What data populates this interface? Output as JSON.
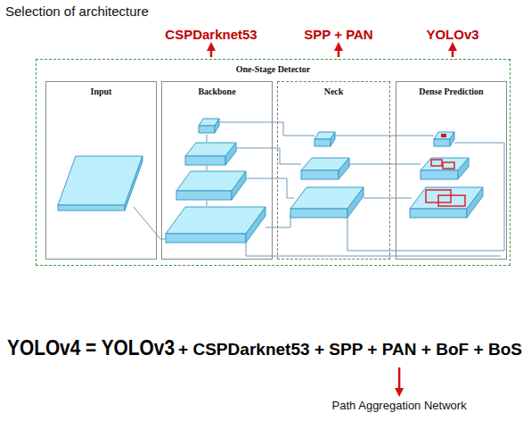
{
  "diagram": {
    "title": "Selection of architecture",
    "nodes": [
      {
        "text": [
          "One-Stage Detector"
        ]
      },
      {
        "text": [
          "Input"
        ],
        "in": 0
      },
      {
        "text": [
          "Backbone"
        ],
        "in": 0
      },
      {
        "text": [
          "Neck"
        ],
        "in": 0
      },
      {
        "text": [
          "Dense Prediction"
        ],
        "in": 0
      }
    ],
    "labels": [
      "CSPDarknet53",
      "SPP + PAN",
      "YOLOv3",
      "YOLOv4 = YOLOv3",
      "+ CSPDarknet53 + SPP + PAN + BoF + BoS",
      "Path Aggregation Network"
    ]
  }
}
